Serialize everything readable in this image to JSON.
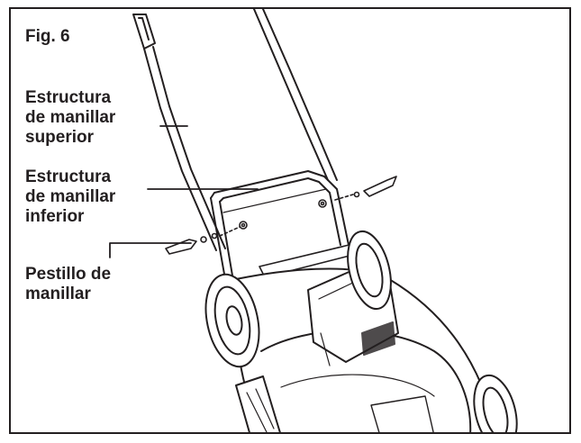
{
  "figure": {
    "title": "Fig. 6",
    "labels": {
      "upper_handle": [
        "Estructura",
        "de manillar",
        "superior"
      ],
      "lower_handle": [
        "Estructura",
        "de manillar",
        "inferior"
      ],
      "handle_latch": [
        "Pestillo de",
        "manillar"
      ]
    }
  },
  "colors": {
    "line": "#231f20",
    "background": "#ffffff"
  }
}
